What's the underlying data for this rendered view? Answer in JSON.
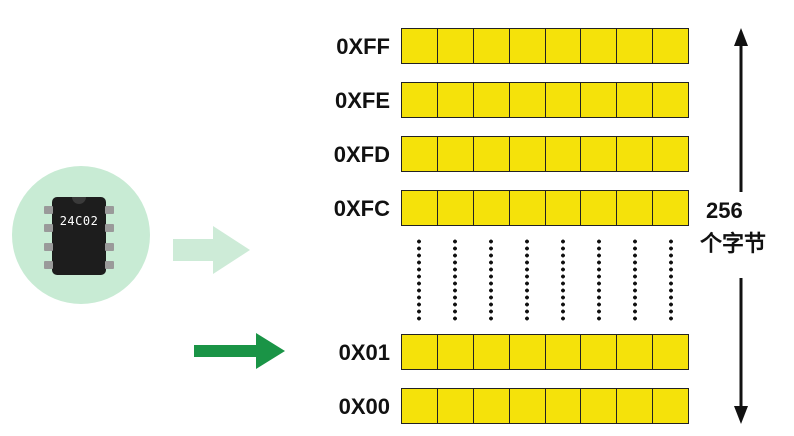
{
  "chip": {
    "label": "24C02"
  },
  "rows_top": [
    {
      "address": "0XFF"
    },
    {
      "address": "0XFE"
    },
    {
      "address": "0XFD"
    },
    {
      "address": "0XFC"
    }
  ],
  "rows_bottom": [
    {
      "address": "0X01"
    },
    {
      "address": "0X00"
    }
  ],
  "bits_per_row": 8,
  "size": {
    "count": "256",
    "unit": "个字节"
  },
  "colors": {
    "cell_fill": "#f5e20a",
    "chip_background": "#c8ebd4",
    "pointer_arrow": "#1a9446",
    "faded_arrow": "#cdebd7"
  }
}
